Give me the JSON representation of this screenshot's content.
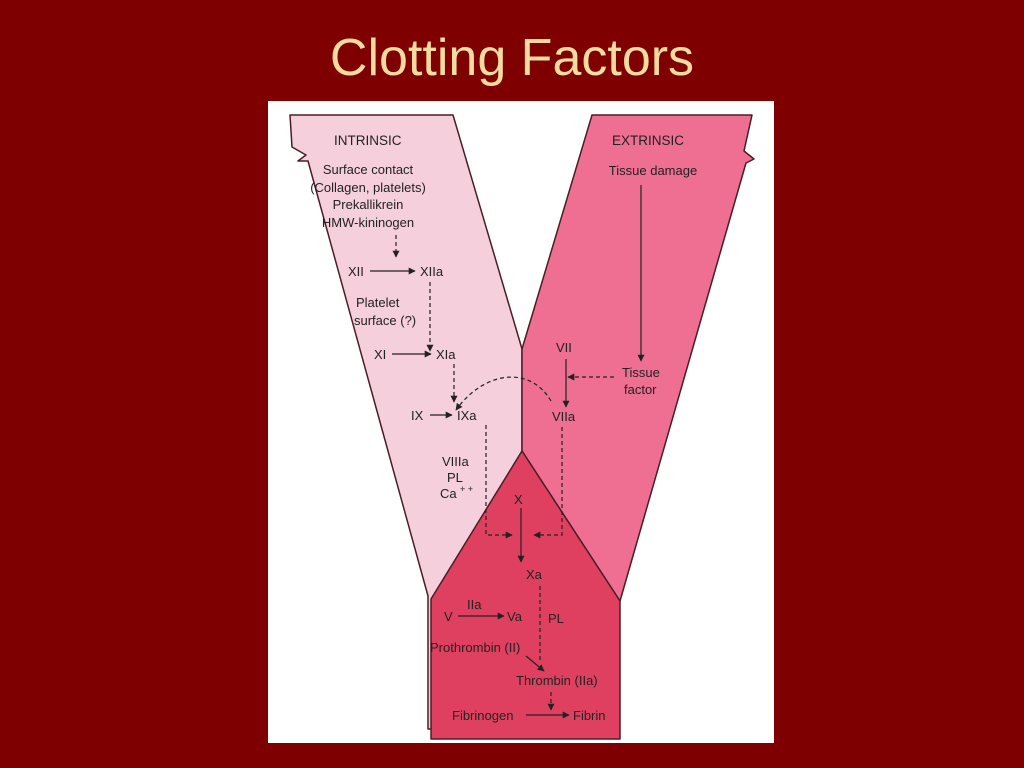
{
  "slide": {
    "title": "Clotting Factors"
  },
  "colors": {
    "background": "#7e0000",
    "title": "#f4dca0",
    "intrinsic_fill": "#f6cfdc",
    "extrinsic_fill": "#ee6f92",
    "common_fill": "#e0405f",
    "ink": "#222222"
  },
  "diagram": {
    "intrinsic": {
      "header": "INTRINSIC",
      "trigger": [
        "Surface contact",
        "(Collagen, platelets)",
        "Prekallikrein",
        "HMW-kininogen"
      ],
      "xii": "XII",
      "xiia": "XIIa",
      "platelet": [
        "Platelet",
        "surface (?)"
      ],
      "xi": "XI",
      "xia": "XIa",
      "ix": "IX",
      "ixa": "IXa",
      "cofactors": [
        "VIIIa",
        "PL",
        "Ca"
      ],
      "ca_charge": "+ +"
    },
    "extrinsic": {
      "header": "EXTRINSIC",
      "trigger": "Tissue damage",
      "vii": "VII",
      "tissue_factor": [
        "Tissue",
        "factor"
      ],
      "viia": "VIIa"
    },
    "common": {
      "x": "X",
      "xa": "Xa",
      "iia": "IIa",
      "v": "V",
      "va": "Va",
      "pl": "PL",
      "prothrombin": "Prothrombin (II)",
      "thrombin": "Thrombin (IIa)",
      "fibrinogen": "Fibrinogen",
      "fibrin": "Fibrin"
    }
  }
}
